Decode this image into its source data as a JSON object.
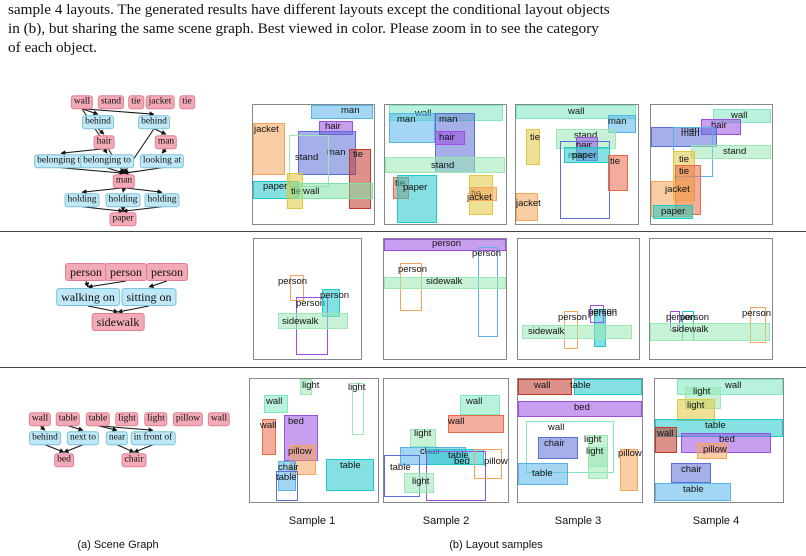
{
  "caption": {
    "line1": "sample 4 layouts. The generated results have different layouts except the conditional layout objects",
    "line2": "in (b), but sharing the same scene graph. Best viewed in color. Please zoom in to see the category",
    "line3": "of each object."
  },
  "sample_labels": [
    "Sample 1",
    "Sample 2",
    "Sample 3",
    "Sample 4"
  ],
  "section_labels": {
    "scene_graph": "(a) Scene Graph",
    "layout_samples": "(b) Layout samples"
  },
  "colors": {
    "object_node": "#f2a9b8",
    "relation_node": "#bfe7f6"
  },
  "graphs": [
    {
      "objects": [
        "wall",
        "stand",
        "tie",
        "jacket",
        "tie",
        "hair",
        "man",
        "man",
        "paper"
      ],
      "relations": [
        "behind",
        "behind",
        "belonging to",
        "belonging to",
        "looking at",
        "holding",
        "holding",
        "holding"
      ]
    },
    {
      "objects": [
        "person",
        "person",
        "person",
        "sidewalk"
      ],
      "relations": [
        "walking on",
        "sitting on"
      ]
    },
    {
      "objects": [
        "wall",
        "table",
        "table",
        "light",
        "light",
        "pillow",
        "wall",
        "bed",
        "chair"
      ],
      "relations": [
        "behind",
        "next to",
        "near",
        "in front of"
      ]
    }
  ],
  "layouts": [
    [
      [
        {
          "label": "man",
          "color": "#56b4e9"
        },
        {
          "label": "jacket",
          "color": "#f5a55a"
        },
        {
          "label": "hair",
          "color": "#9b4fe0"
        },
        {
          "label": "man",
          "color": "#5b6fd6"
        },
        {
          "label": "tie",
          "color": "#c0392b"
        },
        {
          "label": "stand",
          "color": "#9be8b5"
        },
        {
          "label": "paper",
          "color": "#20c9c9"
        },
        {
          "label": "tie",
          "color": "#e0c840"
        },
        {
          "label": "wall",
          "color": "#7fe0a8"
        }
      ],
      [
        {
          "label": "wall",
          "color": "#7fe8c0"
        },
        {
          "label": "man",
          "color": "#56b4e9"
        },
        {
          "label": "man",
          "color": "#5b6fd6"
        },
        {
          "label": "hair",
          "color": "#9b4fe0"
        },
        {
          "label": "stand",
          "color": "#9be8b5"
        },
        {
          "label": "tie",
          "color": "#e86a4a"
        },
        {
          "label": "paper",
          "color": "#20c9c9"
        },
        {
          "label": "tie",
          "color": "#e0c840"
        },
        {
          "label": "jacket",
          "color": "#f5a55a"
        }
      ],
      [
        {
          "label": "wall",
          "color": "#7fe8c0"
        },
        {
          "label": "man",
          "color": "#56b4e9"
        },
        {
          "label": "tie",
          "color": "#e0c840"
        },
        {
          "label": "stand",
          "color": "#9be8b5"
        },
        {
          "label": "hair",
          "color": "#9b4fe0"
        },
        {
          "label": "man",
          "color": "#5b6fd6"
        },
        {
          "label": "paper",
          "color": "#20c9c9"
        },
        {
          "label": "tie",
          "color": "#e86a4a"
        },
        {
          "label": "jacket",
          "color": "#f5a55a"
        }
      ],
      [
        {
          "label": "wall",
          "color": "#7fe8c0"
        },
        {
          "label": "hair",
          "color": "#9b4fe0"
        },
        {
          "label": "man",
          "color": "#5b6fd6"
        },
        {
          "label": "man",
          "color": "#56b4e9"
        },
        {
          "label": "stand",
          "color": "#9be8b5"
        },
        {
          "label": "tie",
          "color": "#e0c840"
        },
        {
          "label": "tie",
          "color": "#e86a4a"
        },
        {
          "label": "jacket",
          "color": "#f5a55a"
        },
        {
          "label": "paper",
          "color": "#20c9c9"
        }
      ]
    ],
    [
      [
        {
          "label": "person",
          "color": "#f5a55a"
        },
        {
          "label": "person",
          "color": "#9b4fe0"
        },
        {
          "label": "person",
          "color": "#20c9c9"
        },
        {
          "label": "sidewalk",
          "color": "#9be8b5"
        }
      ],
      [
        {
          "label": "person",
          "color": "#9b4fe0"
        },
        {
          "label": "person",
          "color": "#56b4e9"
        },
        {
          "label": "person",
          "color": "#f5a55a"
        },
        {
          "label": "sidewalk",
          "color": "#9be8b5"
        }
      ],
      [
        {
          "label": "person",
          "color": "#f5a55a"
        },
        {
          "label": "person",
          "color": "#20c9c9"
        },
        {
          "label": "person",
          "color": "#9b4fe0"
        },
        {
          "label": "sidewalk",
          "color": "#9be8b5"
        }
      ],
      [
        {
          "label": "person",
          "color": "#9b4fe0"
        },
        {
          "label": "person",
          "color": "#20c9c9"
        },
        {
          "label": "person",
          "color": "#f5a55a"
        },
        {
          "label": "sidewalk",
          "color": "#9be8b5"
        }
      ]
    ],
    [
      [
        {
          "label": "light",
          "color": "#9be8b5"
        },
        {
          "label": "light",
          "color": "#9be8b5"
        },
        {
          "label": "wall",
          "color": "#7fe8c0"
        },
        {
          "label": "wall",
          "color": "#e86a4a"
        },
        {
          "label": "bed",
          "color": "#9b4fe0"
        },
        {
          "label": "pillow",
          "color": "#f5a55a"
        },
        {
          "label": "chair",
          "color": "#56b4e9"
        },
        {
          "label": "table",
          "color": "#5b6fd6"
        },
        {
          "label": "table",
          "color": "#20c9c9"
        }
      ],
      [
        {
          "label": "wall",
          "color": "#7fe8c0"
        },
        {
          "label": "wall",
          "color": "#e86a4a"
        },
        {
          "label": "light",
          "color": "#9be8b5"
        },
        {
          "label": "chair",
          "color": "#56b4e9"
        },
        {
          "label": "table",
          "color": "#20c9c9"
        },
        {
          "label": "table",
          "color": "#5b6fd6"
        },
        {
          "label": "bed",
          "color": "#9b4fe0"
        },
        {
          "label": "pillow",
          "color": "#f5a55a"
        },
        {
          "label": "light",
          "color": "#9be8b5"
        }
      ],
      [
        {
          "label": "wall",
          "color": "#c0392b"
        },
        {
          "label": "table",
          "color": "#20c9c9"
        },
        {
          "label": "bed",
          "color": "#9b4fe0"
        },
        {
          "label": "wall",
          "color": "#7fe8c0"
        },
        {
          "label": "light",
          "color": "#9be8b5"
        },
        {
          "label": "chair",
          "color": "#5b6fd6"
        },
        {
          "label": "light",
          "color": "#9be8b5"
        },
        {
          "label": "pillow",
          "color": "#f5a55a"
        },
        {
          "label": "table",
          "color": "#56b4e9"
        }
      ],
      [
        {
          "label": "wall",
          "color": "#7fe8c0"
        },
        {
          "label": "light",
          "color": "#9be8b5"
        },
        {
          "label": "light",
          "color": "#e0c840"
        },
        {
          "label": "table",
          "color": "#20c9c9"
        },
        {
          "label": "wall",
          "color": "#c0392b"
        },
        {
          "label": "bed",
          "color": "#9b4fe0"
        },
        {
          "label": "pillow",
          "color": "#f5a55a"
        },
        {
          "label": "chair",
          "color": "#5b6fd6"
        },
        {
          "label": "table",
          "color": "#56b4e9"
        }
      ]
    ]
  ]
}
